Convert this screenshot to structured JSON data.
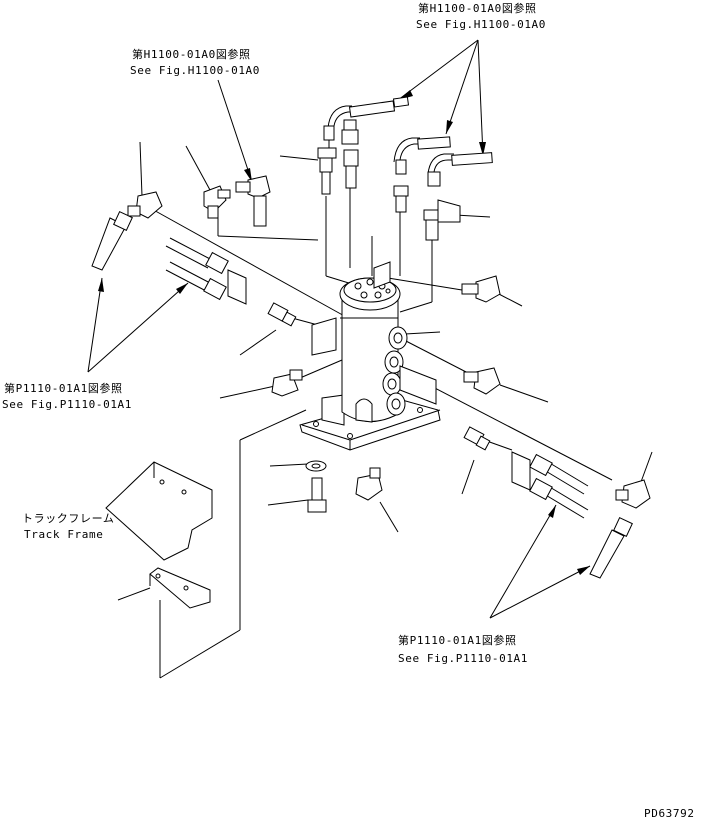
{
  "references": {
    "top_right_jp": "第H1100-01A0図参照",
    "top_right_en": "See Fig.H1100-01A0",
    "top_left_jp": "第H1100-01A0図参照",
    "top_left_en": "See Fig.H1100-01A0",
    "left_jp": "第P1110-01A1図参照",
    "left_en": "See Fig.P1110-01A1",
    "bottom_right_jp": "第P1110-01A1図参照",
    "bottom_right_en": "See Fig.P1110-01A1"
  },
  "track_frame": {
    "jp": "トラックフレーム",
    "en": "Track Frame"
  },
  "drawing_number": "PD63792"
}
